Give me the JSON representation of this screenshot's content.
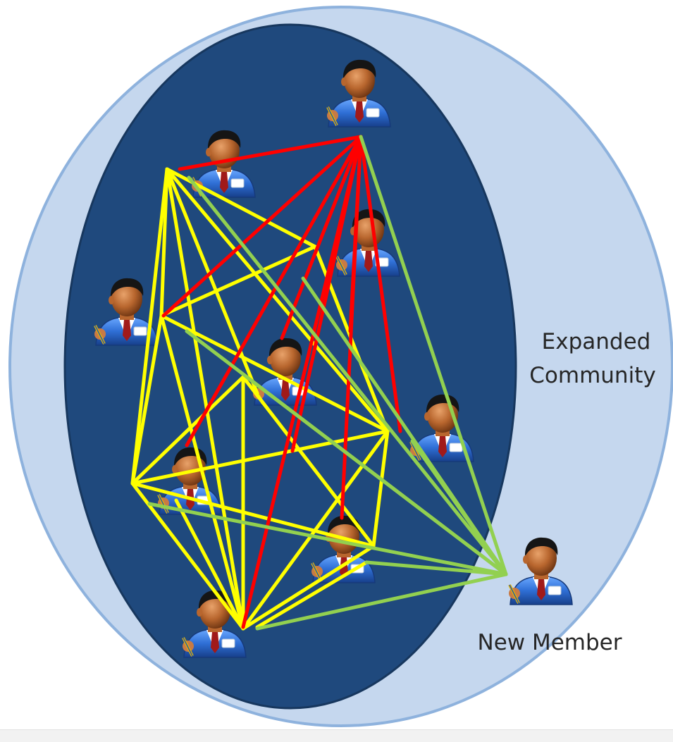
{
  "diagram": {
    "labels": {
      "expanded_line1": "Expanded",
      "expanded_line2": "Community",
      "new_member": "New Member"
    },
    "colors": {
      "outer_ellipse_fill": "#c5d7ee",
      "outer_ellipse_stroke": "#8eb2dd",
      "inner_ellipse_fill": "#1f497d",
      "inner_ellipse_stroke": "#17375e",
      "original_links": "#ffff00",
      "top_member_links": "#ff0000",
      "new_member_links": "#92d050"
    },
    "icon": "business-person-icon"
  }
}
